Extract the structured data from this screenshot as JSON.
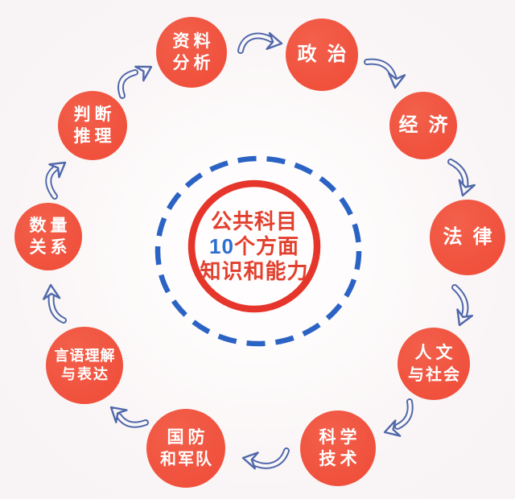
{
  "diagram": {
    "center": {
      "line1": "公共科目",
      "line2_number": "10",
      "line2_rest": "个方面",
      "line3": "知识和能力"
    },
    "nodes": [
      {
        "name": "data-analysis",
        "label": "资料分析",
        "lines": [
          "资料",
          "分析"
        ]
      },
      {
        "name": "politics",
        "label": "政治",
        "lines": [
          "政治"
        ]
      },
      {
        "name": "economics",
        "label": "经济",
        "lines": [
          "经济"
        ]
      },
      {
        "name": "law",
        "label": "法律",
        "lines": [
          "法律"
        ]
      },
      {
        "name": "humanities-society",
        "label": "人文与社会",
        "lines": [
          "人文",
          "与社会"
        ]
      },
      {
        "name": "science-technology",
        "label": "科学技术",
        "lines": [
          "科学",
          "技术"
        ]
      },
      {
        "name": "defense-military",
        "label": "国防和军队",
        "lines": [
          "国防",
          "和军队"
        ]
      },
      {
        "name": "language-comprehension-expression",
        "label": "言语理解与表达",
        "lines": [
          "言语理解",
          "与表达"
        ]
      },
      {
        "name": "quantitative-relations",
        "label": "数量关系",
        "lines": [
          "数量",
          "关系"
        ]
      },
      {
        "name": "judgment-reasoning",
        "label": "判断推理",
        "lines": [
          "判断",
          "推理"
        ]
      }
    ]
  },
  "palette": {
    "background": "#f8f3f5",
    "node_red": "#f0503c",
    "node_red_light": "#f2604b",
    "ring_red": "#e6352a",
    "center_text_red": "#e2402e",
    "number_blue": "#2e6ecf",
    "dashed_blue": "#2b63c4",
    "arrow_blue": "#5068aa",
    "label_white": "#ffffff"
  }
}
